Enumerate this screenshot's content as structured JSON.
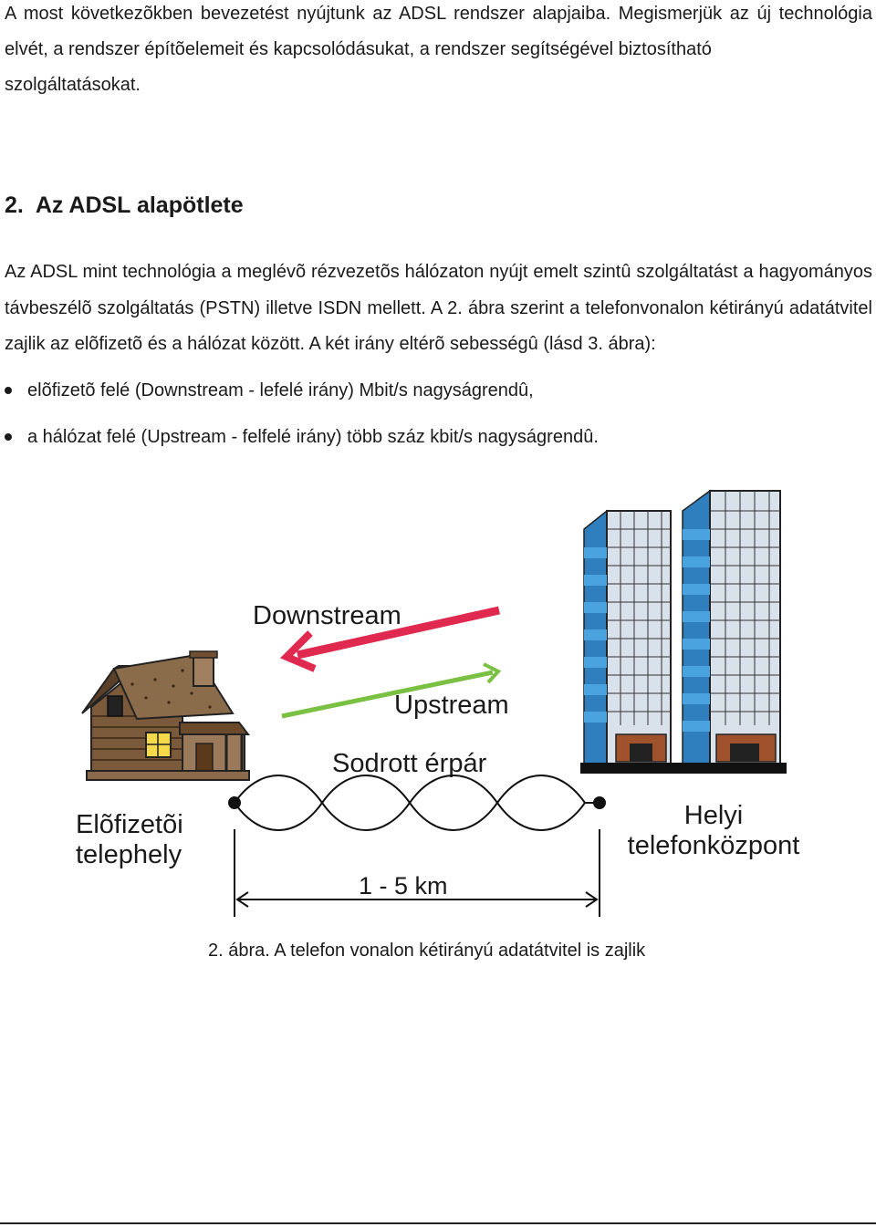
{
  "intro": {
    "line1": "A most következõkben bevezetést nyújtunk az ADSL rendszer alapjaiba. Megismerjük az új technológia elvét, a rendszer építõelemeit és kapcsolódásukat, a rendszer segítségével biztosítható",
    "line2": "szolgáltatásokat."
  },
  "section": {
    "number": "2.",
    "title": "Az ADSL alapötlete"
  },
  "paragraph": {
    "text": "Az ADSL mint technológia a meglévõ rézvezetõs hálózaton nyújt emelt szintû szolgáltatást a hagyományos távbeszélõ szolgáltatás (PSTN) illetve ISDN mellett. A 2. ábra szerint a telefonvonalon kétirányú adatátvitel zajlik az elõfizetõ és a hálózat között. A két irány eltérõ sebességû (lásd 3. ábra):"
  },
  "bullets": [
    "elõfizetõ felé (Downstream - lefelé irány) Mbit/s nagyságrendû,",
    "a hálózat felé (Upstream - felfelé irány) több száz kbit/s nagyságrendû."
  ],
  "figure": {
    "downstream_label": "Downstream",
    "upstream_label": "Upstream",
    "pair_label": "Sodrott érpár",
    "subscriber_line1": "Elõfizetõi",
    "subscriber_line2": "telephely",
    "exchange_line1": "Helyi",
    "exchange_line2": "telefonközpont",
    "distance_label": "1 - 5 km",
    "colors": {
      "downstream": "#e0294f",
      "upstream": "#7ac143",
      "building_glass": "#4aa3df",
      "building_side": "#2f7fbf"
    }
  },
  "caption": {
    "text": "2. ábra. A telefon vonalon kétirányú adatátvitel is zajlik"
  }
}
